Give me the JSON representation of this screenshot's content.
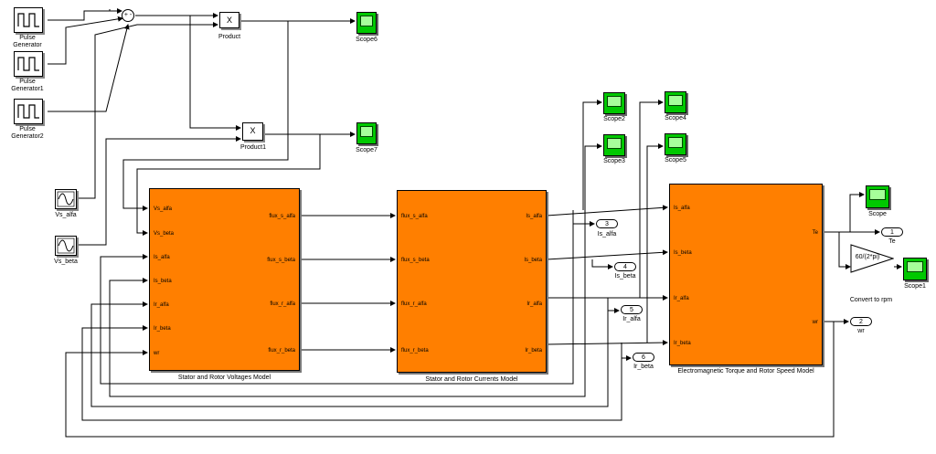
{
  "blocks": {
    "pulse1": {
      "line1": "Pulse",
      "line2": "Generator"
    },
    "pulse2": {
      "line1": "Pulse",
      "line2": "Generator1"
    },
    "pulse3": {
      "line1": "Pulse",
      "line2": "Generator2"
    },
    "vs_alfa": {
      "label": "Vs_alfa"
    },
    "vs_beta": {
      "label": "Vs_beta"
    },
    "product": {
      "label": "Product",
      "symbol": "X"
    },
    "product1": {
      "label": "Product1",
      "symbol": "X"
    },
    "sum": {
      "signs": "+ -"
    },
    "scope6": {
      "label": "Scope6"
    },
    "scope7": {
      "label": "Scope7"
    },
    "scope2": {
      "label": "Scope2"
    },
    "scope3": {
      "label": "Scope3"
    },
    "scope4": {
      "label": "Scope4"
    },
    "scope5": {
      "label": "Scope5"
    },
    "scope": {
      "label": "Scope"
    },
    "scope1": {
      "label": "Scope1"
    },
    "gain": {
      "value": "60/(2*pi)",
      "label": "Convert to rpm"
    },
    "voltages_model": {
      "label": "Stator and Rotor Voltages Model",
      "inputs": [
        "Vs_alfa",
        "Vs_beta",
        "Is_alfa",
        "Is_beta",
        "Ir_alfa",
        "Ir_beta",
        "wr"
      ],
      "outputs": [
        "flux_s_alfa",
        "flux_s_beta",
        "flux_r_alfa",
        "flux_r_beta"
      ]
    },
    "currents_model": {
      "label": "Stator and Rotor Currents Model",
      "inputs": [
        "flux_s_alfa",
        "flux_s_beta",
        "flux_r_alfa",
        "flux_r_beta"
      ],
      "outputs": [
        "Is_alfa",
        "Is_beta",
        "Ir_alfa",
        "Ir_beta"
      ]
    },
    "torque_model": {
      "label": "Electromagnetic Torque and Rotor Speed Model",
      "inputs": [
        "Is_alfa",
        "Is_beta",
        "Ir_alfa",
        "Ir_beta"
      ],
      "outputs": [
        "Te",
        "wr"
      ]
    },
    "outports": [
      {
        "num": "3",
        "label": "Is_alfa"
      },
      {
        "num": "4",
        "label": "Is_beta"
      },
      {
        "num": "5",
        "label": "Ir_alfa"
      },
      {
        "num": "6",
        "label": "Ir_beta"
      },
      {
        "num": "1",
        "label": "Te"
      },
      {
        "num": "2",
        "label": "wr"
      }
    ]
  }
}
